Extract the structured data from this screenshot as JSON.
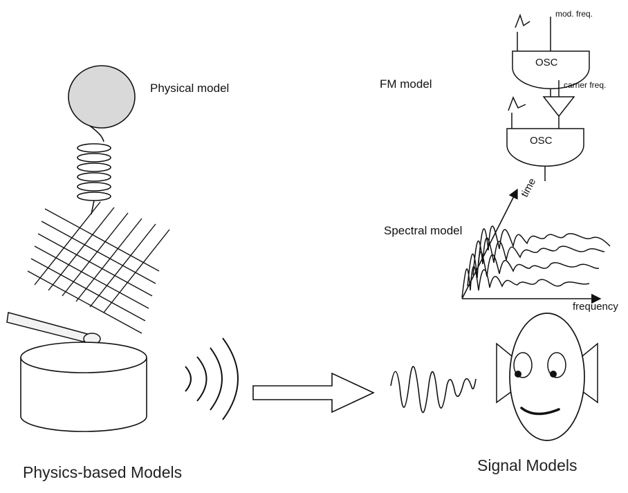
{
  "physical": {
    "label": "Physical model",
    "caption": "Physics-based Models"
  },
  "fm": {
    "label": "FM model",
    "mod_freq": "mod. freq.",
    "carrier_freq": "carrier freq.",
    "osc_top": "OSC",
    "osc_bottom": "OSC"
  },
  "spectral": {
    "label": "Spectral model",
    "time_axis": "time",
    "freq_axis": "frequency"
  },
  "signal": {
    "caption": "Signal Models"
  },
  "colors": {
    "ink": "#111111",
    "fill_gray": "#dcdcdc",
    "fill_light": "#f2f2f2"
  }
}
